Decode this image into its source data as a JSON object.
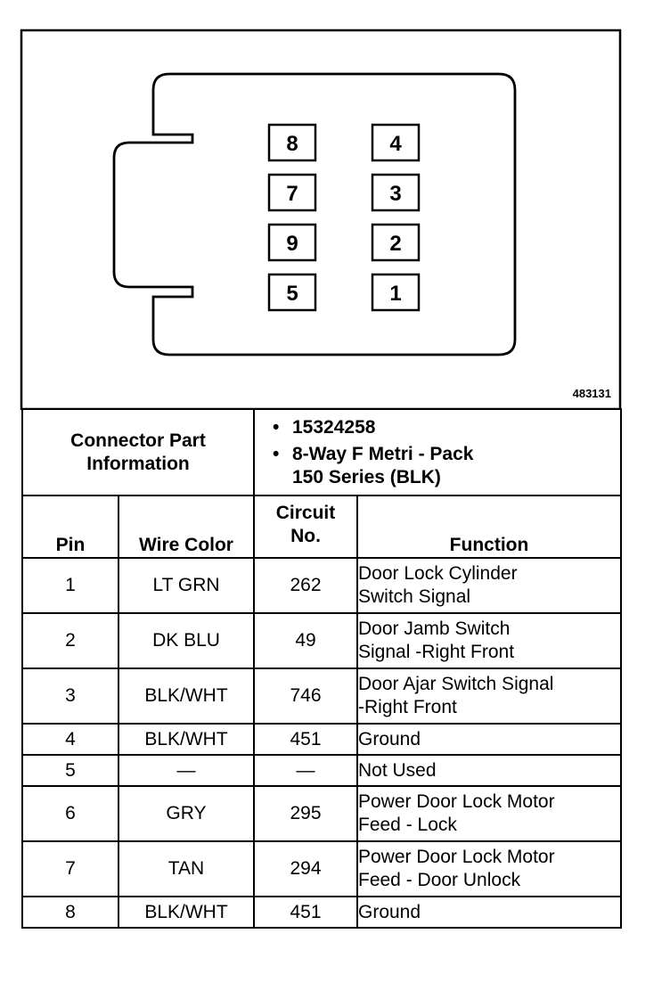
{
  "figure_id": "483131",
  "connector": {
    "pins": [
      {
        "label": "8",
        "position": "left-row1"
      },
      {
        "label": "7",
        "position": "left-row2"
      },
      {
        "label": "9",
        "position": "left-row3"
      },
      {
        "label": "5",
        "position": "left-row4"
      },
      {
        "label": "4",
        "position": "right-row1"
      },
      {
        "label": "3",
        "position": "right-row2"
      },
      {
        "label": "2",
        "position": "right-row3"
      },
      {
        "label": "1",
        "position": "right-row4"
      }
    ]
  },
  "part_info": {
    "label_line1": "Connector Part",
    "label_line2": "Information",
    "part_number": "15324258",
    "description_line1": "8-Way F Metri - Pack",
    "description_line2": "150 Series (BLK)"
  },
  "headers": {
    "pin": "Pin",
    "wire_color": "Wire Color",
    "circuit_line1": "Circuit",
    "circuit_line2": "No.",
    "function": "Function"
  },
  "rows": [
    {
      "pin": "1",
      "wire": "LT GRN",
      "circuit": "262",
      "function_line1": "Door Lock Cylinder",
      "function_line2": "Switch Signal"
    },
    {
      "pin": "2",
      "wire": "DK BLU",
      "circuit": "49",
      "function_line1": "Door Jamb Switch",
      "function_line2": "Signal -Right Front"
    },
    {
      "pin": "3",
      "wire": "BLK/WHT",
      "circuit": "746",
      "function_line1": "Door Ajar Switch Signal",
      "function_line2": "-Right Front"
    },
    {
      "pin": "4",
      "wire": "BLK/WHT",
      "circuit": "451",
      "function_line1": "Ground",
      "function_line2": ""
    },
    {
      "pin": "5",
      "wire": "—",
      "circuit": "—",
      "function_line1": "Not Used",
      "function_line2": ""
    },
    {
      "pin": "6",
      "wire": "GRY",
      "circuit": "295",
      "function_line1": "Power Door Lock Motor",
      "function_line2": "Feed - Lock"
    },
    {
      "pin": "7",
      "wire": "TAN",
      "circuit": "294",
      "function_line1": "Power Door Lock Motor",
      "function_line2": "Feed - Door Unlock"
    },
    {
      "pin": "8",
      "wire": "BLK/WHT",
      "circuit": "451",
      "function_line1": "Ground",
      "function_line2": ""
    }
  ]
}
